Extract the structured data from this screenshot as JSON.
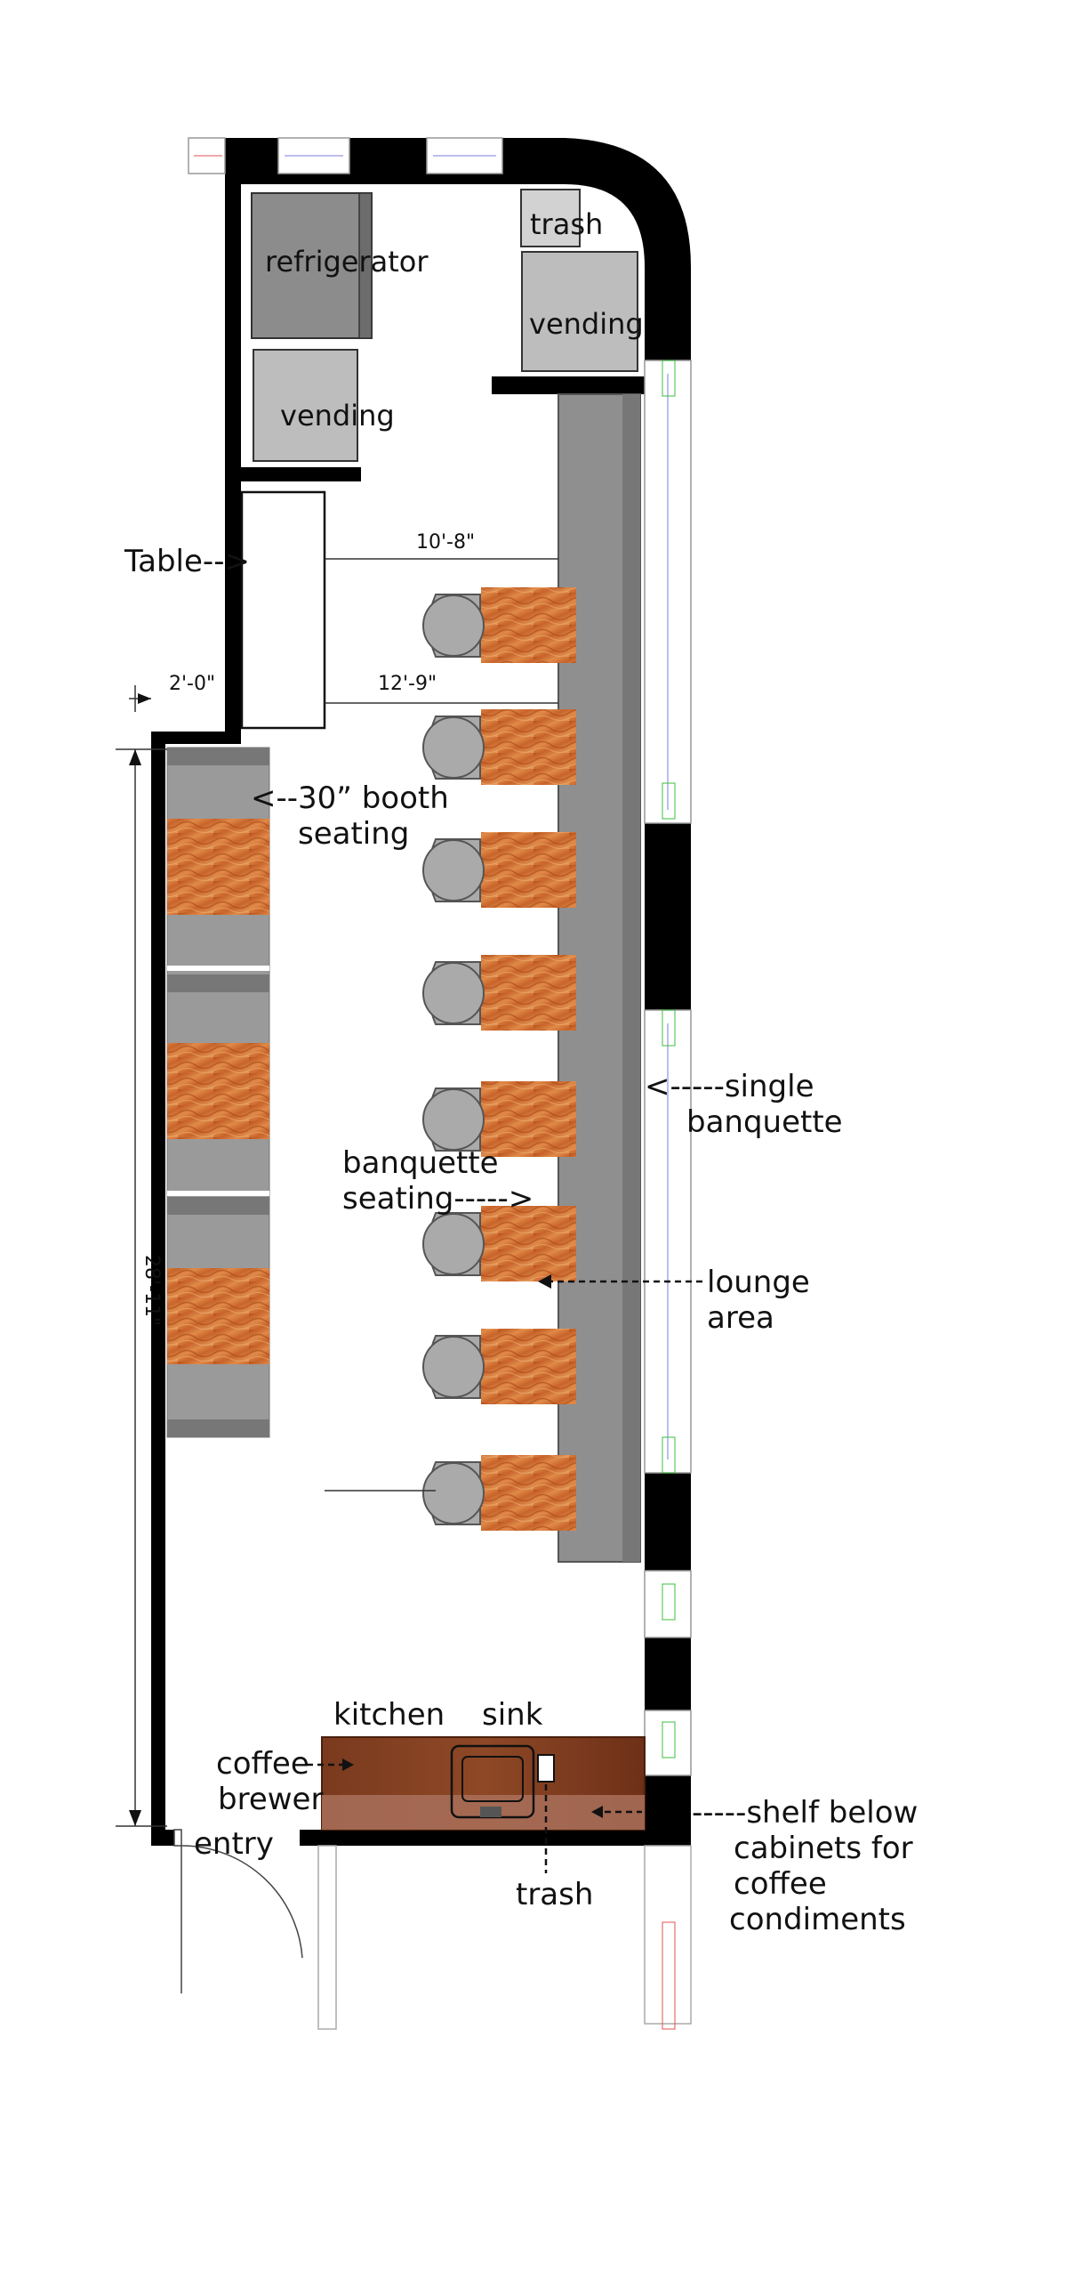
{
  "labels": {
    "refrigerator": "refrigerator",
    "vending_left": "vending",
    "trash_top": "trash",
    "vending_right": "vending",
    "table": "Table-->",
    "booth_line1": "<--30” booth",
    "booth_line2": "seating",
    "single_banquette_line1": "<-----single",
    "single_banquette_line2": "banquette",
    "banquette_seating_line1": "banquette",
    "banquette_seating_line2": "seating----->",
    "lounge_line1": "lounge",
    "lounge_line2": "area",
    "kitchen": "kitchen",
    "sink": "sink",
    "coffee_line1": "coffee",
    "coffee_line2": "brewer",
    "entry": "entry",
    "trash_bottom": "trash",
    "shelf_line1": "-----shelf below",
    "shelf_line2": "cabinets for",
    "shelf_line3": "coffee",
    "shelf_line4": "condiments"
  },
  "dimensions": {
    "top_width": "10'-8\"",
    "mid_width": "12'-9\"",
    "wall_offset": "2'-0\"",
    "length": "28'-11\""
  },
  "colors": {
    "wall": "#000000",
    "equipment_dark": "#8c8c8c",
    "equipment_light": "#bdbdbd",
    "banquette": "#8f8f8f",
    "wood_table": "#d2692a",
    "counter": "#7a3a1e",
    "stool": "#aaaaaa"
  }
}
